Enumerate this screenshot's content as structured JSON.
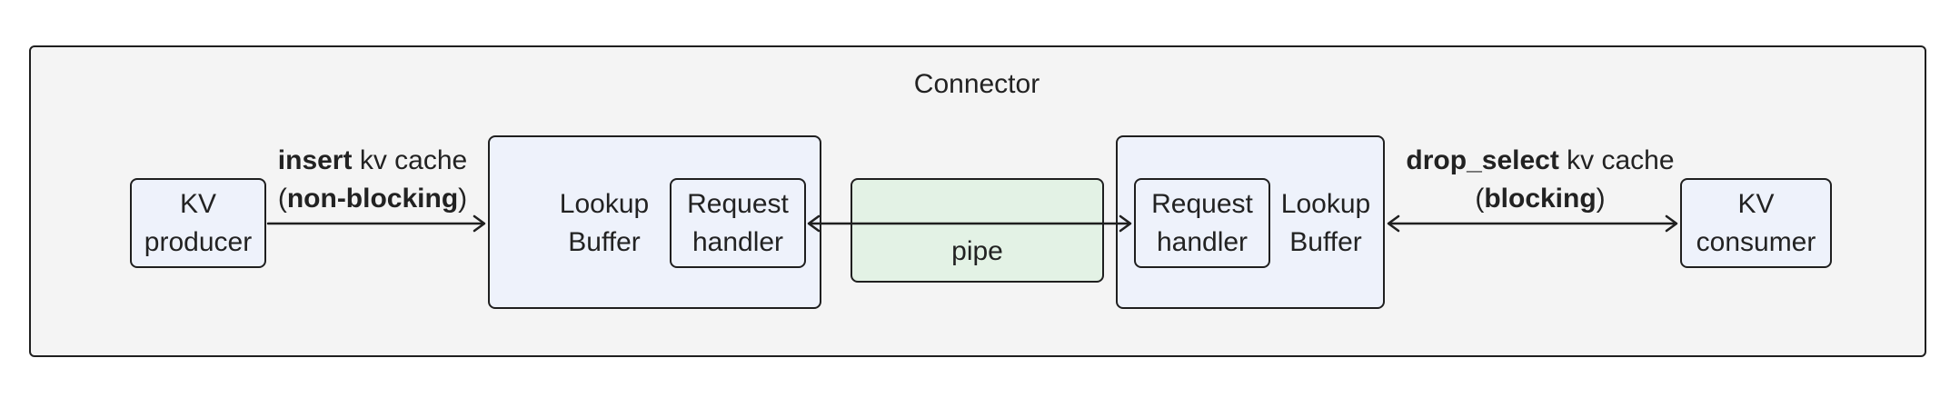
{
  "connector_title": "Connector",
  "kv_producer": {
    "line1": "KV",
    "line2": "producer"
  },
  "insert_label": {
    "bold1": "insert",
    "rest1": " kv cache",
    "open": "(",
    "bold2": "non-blocking",
    "close": ")"
  },
  "left_buffer": {
    "line1": "Lookup",
    "line2": "Buffer",
    "handler_line1": "Request",
    "handler_line2": "handler"
  },
  "pipe_label": "pipe",
  "right_buffer": {
    "line1": "Lookup",
    "line2": "Buffer",
    "handler_line1": "Request",
    "handler_line2": "handler"
  },
  "drop_label": {
    "bold1": "drop_select",
    "rest1": " kv cache",
    "open": "(",
    "bold2": "blocking",
    "close": ")"
  },
  "kv_consumer": {
    "line1": "KV",
    "line2": "consumer"
  },
  "colors": {
    "frame_fill": "#f4f4f4",
    "box_fill": "#eef2fb",
    "pipe_fill": "#e3f2e5",
    "stroke": "#1f1f1f"
  }
}
